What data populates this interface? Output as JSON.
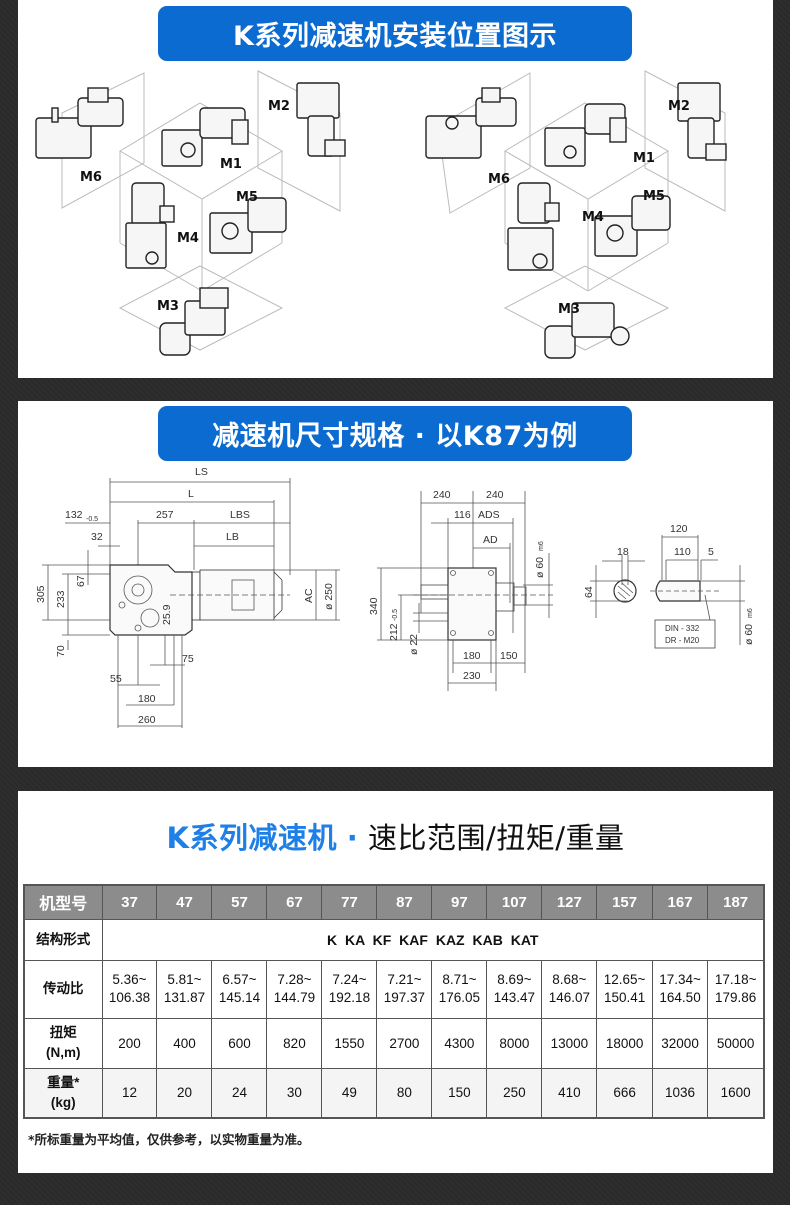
{
  "section1": {
    "title": "K系列减速机安装位置图示",
    "left_diagram": {
      "labels": [
        "M1",
        "M2",
        "M3",
        "M4",
        "M5",
        "M6"
      ]
    },
    "right_diagram": {
      "labels": [
        "M1",
        "M2",
        "M3",
        "M4",
        "M5",
        "M6"
      ]
    }
  },
  "section2": {
    "title": "减速机尺寸规格 · 以K87为例",
    "side_view": {
      "LS": "LS",
      "L": "L",
      "LBS": "LBS",
      "LB": "LB",
      "d132": "132",
      "d132_tol": "-0.5",
      "d257": "257",
      "d32": "32",
      "d305": "305",
      "d233": "233",
      "d67": "67",
      "d70": "70",
      "d25_9": "25.9",
      "AC": "AC",
      "phi250": "ø 250",
      "d55": "55",
      "d75": "75",
      "d180": "180",
      "d260": "260"
    },
    "front_view": {
      "d240a": "240",
      "d240b": "240",
      "d116": "116",
      "ADS": "ADS",
      "AD": "AD",
      "phi60": "ø 60",
      "phi60_tol": "m6",
      "d340": "340",
      "d212": "212",
      "d212_tol": "-0.5",
      "phi22": "ø 22",
      "d180": "180",
      "d150": "150",
      "d230": "230"
    },
    "shaft_view": {
      "d18": "18",
      "d64": "64",
      "d120": "120",
      "d110": "110",
      "d5": "5",
      "din": "DIN - 332",
      "dr": "DR - M20",
      "phi60": "ø 60",
      "phi60_tol": "m6"
    }
  },
  "section3": {
    "title_blue": "K系列减速机",
    "title_dot": "·",
    "title_black": "速比范围/扭矩/重量",
    "table": {
      "header_label": "机型号",
      "models": [
        "37",
        "47",
        "57",
        "67",
        "77",
        "87",
        "97",
        "107",
        "127",
        "157",
        "167",
        "187"
      ],
      "structure_label": "结构形式",
      "structure_value": "K  KA  KF  KAF  KAZ  KAB  KAT",
      "ratio_label": "传动比",
      "ratios": [
        [
          "5.36~",
          "106.38"
        ],
        [
          "5.81~",
          "131.87"
        ],
        [
          "6.57~",
          "145.14"
        ],
        [
          "7.28~",
          "144.79"
        ],
        [
          "7.24~",
          "192.18"
        ],
        [
          "7.21~",
          "197.37"
        ],
        [
          "8.71~",
          "176.05"
        ],
        [
          "8.69~",
          "143.47"
        ],
        [
          "8.68~",
          "146.07"
        ],
        [
          "12.65~",
          "150.41"
        ],
        [
          "17.34~",
          "164.50"
        ],
        [
          "17.18~",
          "179.86"
        ]
      ],
      "torque_label_1": "扭矩",
      "torque_label_2": "(N,m)",
      "torques": [
        "200",
        "400",
        "600",
        "820",
        "1550",
        "2700",
        "4300",
        "8000",
        "13000",
        "18000",
        "32000",
        "50000"
      ],
      "weight_label_1": "重量*",
      "weight_label_2": "(kg)",
      "weights": [
        "12",
        "20",
        "24",
        "30",
        "49",
        "80",
        "150",
        "250",
        "410",
        "666",
        "1036",
        "1600"
      ]
    },
    "footnote": "*所标重量为平均值，仅供参考，以实物重量为准。"
  },
  "colors": {
    "accent_blue": "#0b6bd0",
    "title_blue": "#1e7fe6",
    "table_header_gray": "#8c8c8c",
    "background_dark": "#2b2b2b"
  }
}
